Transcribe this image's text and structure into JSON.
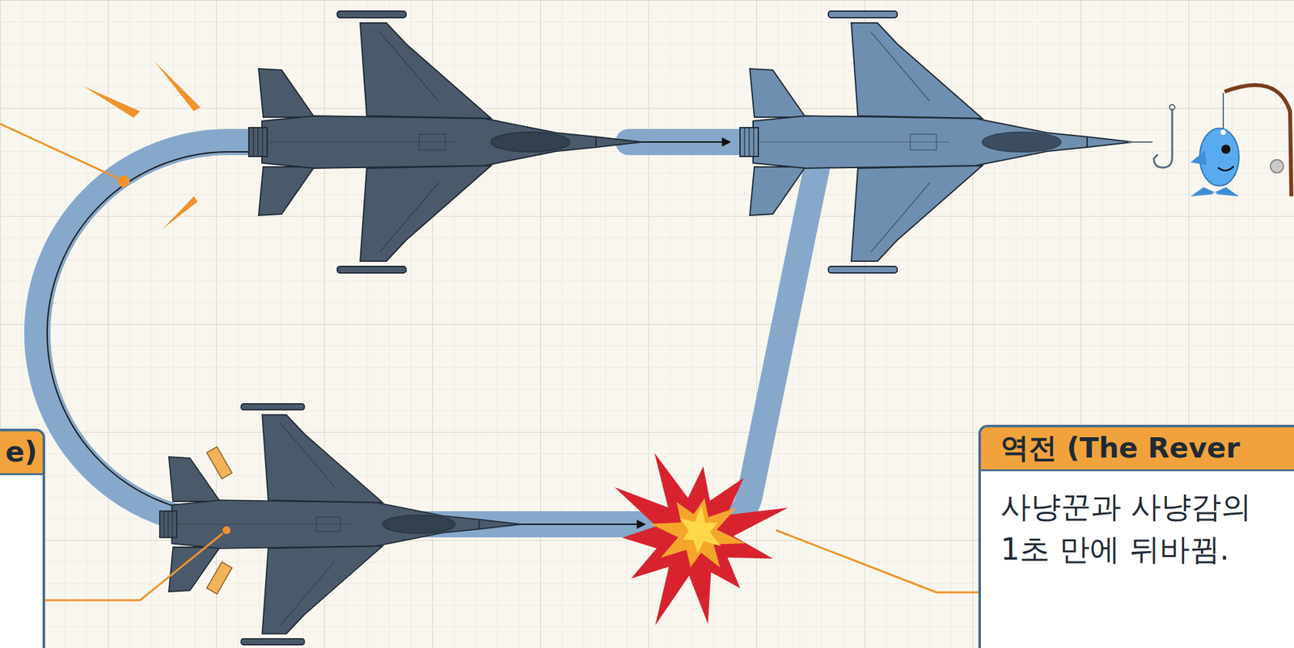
{
  "diagram": {
    "nodes": [
      {
        "text": [
          "e)"
        ]
      },
      {
        "text": [
          "역전 (The Rever",
          "사냥꾼과 사냥감의 1초 만에 뒤바뀜."
        ]
      }
    ]
  }
}
